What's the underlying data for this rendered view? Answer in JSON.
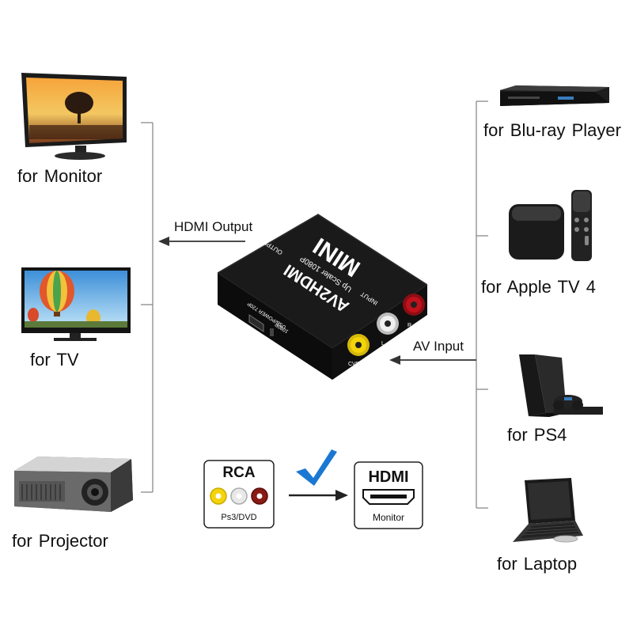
{
  "outputs": [
    {
      "label": "for Monitor",
      "icon": "monitor-icon"
    },
    {
      "label": "for  TV",
      "icon": "tv-icon"
    },
    {
      "label": "for Projector",
      "icon": "projector-icon"
    }
  ],
  "inputs": [
    {
      "label": "for Blu-ray Player",
      "icon": "bluray-player-icon"
    },
    {
      "label": "for Apple TV 4",
      "icon": "apple-tv-icon"
    },
    {
      "label": "for  PS4",
      "icon": "ps4-icon"
    },
    {
      "label": "for  Laptop",
      "icon": "laptop-icon"
    }
  ],
  "arrows": {
    "hdmi_output": "HDMI Output",
    "av_input": "AV Input"
  },
  "device": {
    "brand_mini": "MINI",
    "model": "AV2HDMI",
    "scaler": "Up Scaler 1080P",
    "output": "OUTPUT",
    "input": "INPUT",
    "usb_power": "USB/POWER 720P",
    "res_1080p": "1080P",
    "cvbs": "CVBS",
    "left": "L",
    "right": "R"
  },
  "conversion": {
    "rca_title": "RCA",
    "rca_subtitle": "Ps3/DVD",
    "hdmi_title": "HDMI",
    "hdmi_subtitle": "Monitor",
    "check_icon": "checkmark-icon"
  },
  "colors": {
    "rca_yellow": "#f4d40a",
    "rca_white": "#e8e8e8",
    "rca_red": "#c0121c",
    "checkmark": "#1a77d2",
    "device": "#161616"
  }
}
